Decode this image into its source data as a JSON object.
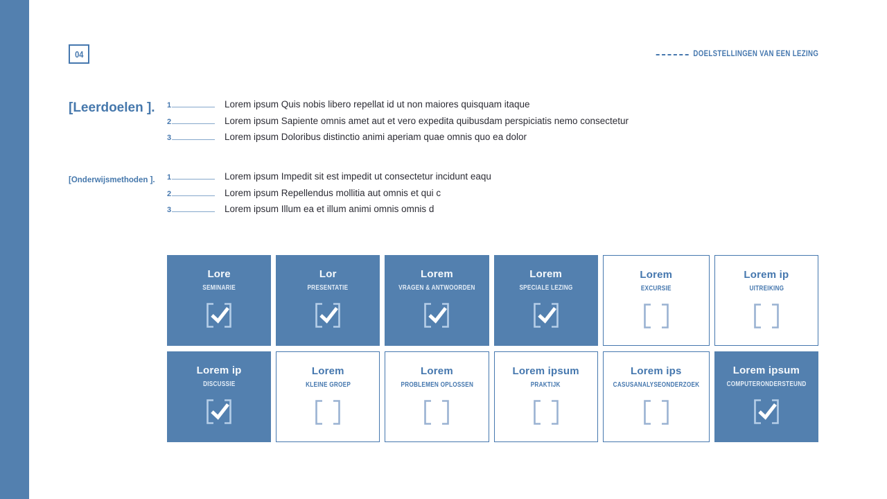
{
  "page": {
    "number": "04",
    "header_label": "DOELSTELLINGEN VAN EEN LEZING"
  },
  "sections": [
    {
      "label": "[Leerdoelen ].",
      "items": [
        {
          "num": "1",
          "text": "Lorem ipsum Quis nobis libero repellat id ut non maiores quisquam itaque"
        },
        {
          "num": "2",
          "text": "Lorem ipsum Sapiente omnis amet aut et vero expedita quibusdam perspiciatis nemo consectetur"
        },
        {
          "num": "3",
          "text": "Lorem ipsum Doloribus distinctio animi aperiam quae omnis quo ea dolor"
        }
      ]
    },
    {
      "label": "[Onderwijsmethoden ].",
      "items": [
        {
          "num": "1",
          "text": "Lorem ipsum Impedit sit est impedit ut consectetur incidunt eaqu"
        },
        {
          "num": "2",
          "text": "Lorem ipsum Repellendus mollitia aut omnis et qui c"
        },
        {
          "num": "3",
          "text": "Lorem ipsum Illum ea et illum animi omnis omnis d"
        }
      ]
    }
  ],
  "grid": {
    "cards": [
      {
        "title": "Lore",
        "subtitle": "SEMINARIE",
        "checked": true
      },
      {
        "title": "Lor",
        "subtitle": "PRESENTATIE",
        "checked": true
      },
      {
        "title": "Lorem",
        "subtitle": "VRAGEN & ANTWOORDEN",
        "checked": true
      },
      {
        "title": "Lorem",
        "subtitle": "SPECIALE LEZING",
        "checked": true
      },
      {
        "title": "Lorem",
        "subtitle": "EXCURSIE",
        "checked": false
      },
      {
        "title": "Lorem ip",
        "subtitle": "UITREIKING",
        "checked": false
      },
      {
        "title": "Lorem ip",
        "subtitle": "DISCUSSIE",
        "checked": true
      },
      {
        "title": "Lorem",
        "subtitle": "KLEINE GROEP",
        "checked": false
      },
      {
        "title": "Lorem",
        "subtitle": "PROBLEMEN OPLOSSEN",
        "checked": false
      },
      {
        "title": "Lorem ipsum",
        "subtitle": "PRAKTIJK",
        "checked": false
      },
      {
        "title": "Lorem ips",
        "subtitle": "CASUSANALYSEONDERZOEK",
        "checked": false
      },
      {
        "title": "Lorem ipsum",
        "subtitle": "COMPUTERONDERSTEUND",
        "checked": true
      }
    ]
  },
  "colors": {
    "accent_blue": "#4577AE",
    "fill_blue": "#5380AF",
    "text_dark": "#2B2B33"
  }
}
